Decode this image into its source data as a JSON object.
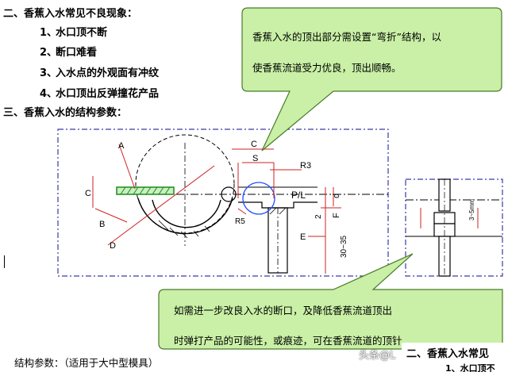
{
  "section2": {
    "title": "二、香蕉入水常见不良现象：",
    "items": [
      {
        "num": "1、",
        "text": "水口顶不断"
      },
      {
        "num": "2、",
        "text": "断口难看"
      },
      {
        "num": "3、",
        "text": "入水点的外观面有冲纹"
      },
      {
        "num": "4、",
        "text": "水口顶出反弹撞花产品"
      }
    ]
  },
  "section3": {
    "title": "三、香蕉入水的结构参数："
  },
  "callout_top": {
    "line1": "香蕉入水的顶出部分需设置“弯折”结构，以",
    "line2": "使香蕉流道受力优良，顶出顺畅。"
  },
  "callout_bottom": {
    "line1": "如需进一步改良入水的断口，及降低香蕉流道顶出",
    "line2": "时弹打产品的可能性，或痕迹，可在香蕉流道的顶针"
  },
  "drawing_labels": {
    "A": "A",
    "B": "B",
    "C": "C",
    "D": "D",
    "E": "E",
    "F": "F",
    "S": "S",
    "R3": "R3",
    "R5": "R5",
    "PL": "P/L",
    "d": "d",
    "two": "2",
    "thirty35": "30~35",
    "threeFive": "3~5mm"
  },
  "footer": {
    "text": "结构参数：（适用于大中型模具）"
  },
  "watermark": {
    "text": "头条@L"
  },
  "overlay": {
    "title": "二、香蕉入水常见",
    "sub": "1、水口顶不"
  },
  "colors": {
    "callout_fill": "#c9f0a6",
    "callout_stroke": "#4a7a2a",
    "frame_dash": "#3a3aa8",
    "gate_green": "#1f8a1f",
    "red_dim": "#d02020",
    "blue_circle": "#2050ff"
  }
}
